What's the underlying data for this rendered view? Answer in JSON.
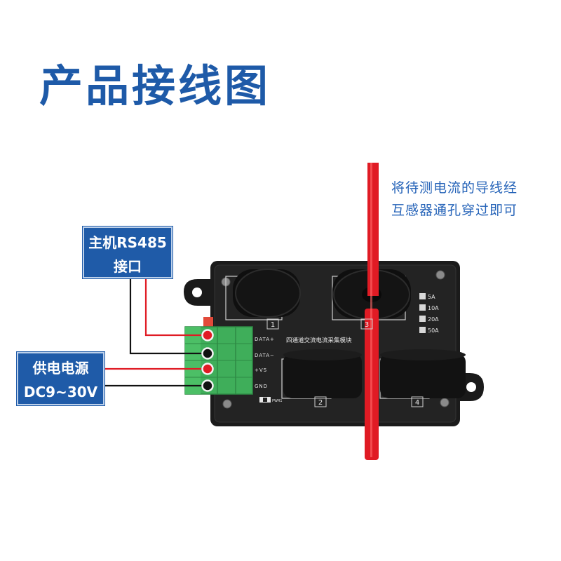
{
  "title": "产品接线图",
  "note": {
    "line1": "将待测电流的导线经",
    "line2": "互感器通孔穿过即可"
  },
  "host_label": {
    "line1": "主机RS485",
    "line2": "接口"
  },
  "power_label": {
    "line1": "供电电源",
    "line2": "DC9~30V"
  },
  "module": {
    "board_title": "四通道交流电流采集模块",
    "terminals": [
      "DATA+",
      "DATA−",
      "+VS",
      "GND"
    ],
    "channels": [
      "1",
      "2",
      "3",
      "4"
    ],
    "range_options": [
      "5A",
      "10A",
      "20A",
      "50A"
    ],
    "led_label": "PWR1"
  },
  "colors": {
    "accent": "#1f5ba8",
    "wire_red": "#e01b24",
    "wire_black": "#111111",
    "terminal_green": "#3fae5a"
  }
}
